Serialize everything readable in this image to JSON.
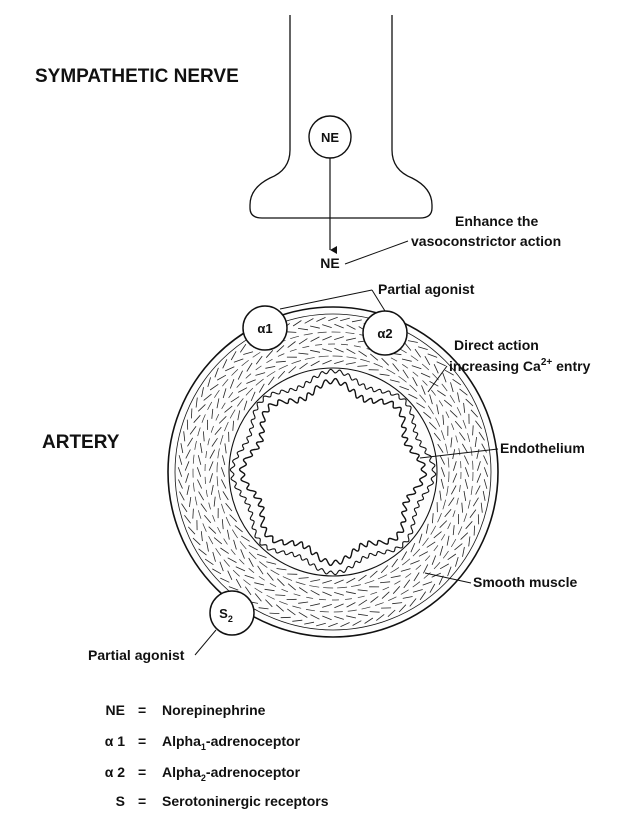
{
  "headings": {
    "nerve": "SYMPATHETIC NERVE",
    "artery": "ARTERY"
  },
  "terminal": {
    "ne_circle": "NE",
    "ne_released": "NE"
  },
  "receptors": {
    "alpha1": "α1",
    "alpha2": "α2",
    "s2": "S",
    "s2_sub": "2"
  },
  "annotations": {
    "enhance_line1": "Enhance the",
    "enhance_line2": "vasoconstrictor action",
    "partial_agonist_top": "Partial agonist",
    "direct_action_line1": "Direct action",
    "direct_action_line2_pre": "increasing Ca",
    "direct_action_sup": "2+",
    "direct_action_line2_post": " entry",
    "endothelium": "Endothelium",
    "smooth_muscle": "Smooth muscle",
    "partial_agonist_bottom": "Partial agonist"
  },
  "legend": [
    {
      "symbol": "NE",
      "eq": "=",
      "pre": "Norepinephrine",
      "sub": "",
      "post": ""
    },
    {
      "symbol": "α 1",
      "eq": "=",
      "pre": "Alpha",
      "sub": "1",
      "post": "-adrenoceptor"
    },
    {
      "symbol": "α 2",
      "eq": "=",
      "pre": "Alpha",
      "sub": "2",
      "post": "-adrenoceptor"
    },
    {
      "symbol": "S",
      "eq": "=",
      "pre": "Serotoninergic receptors",
      "sub": "",
      "post": ""
    }
  ]
}
